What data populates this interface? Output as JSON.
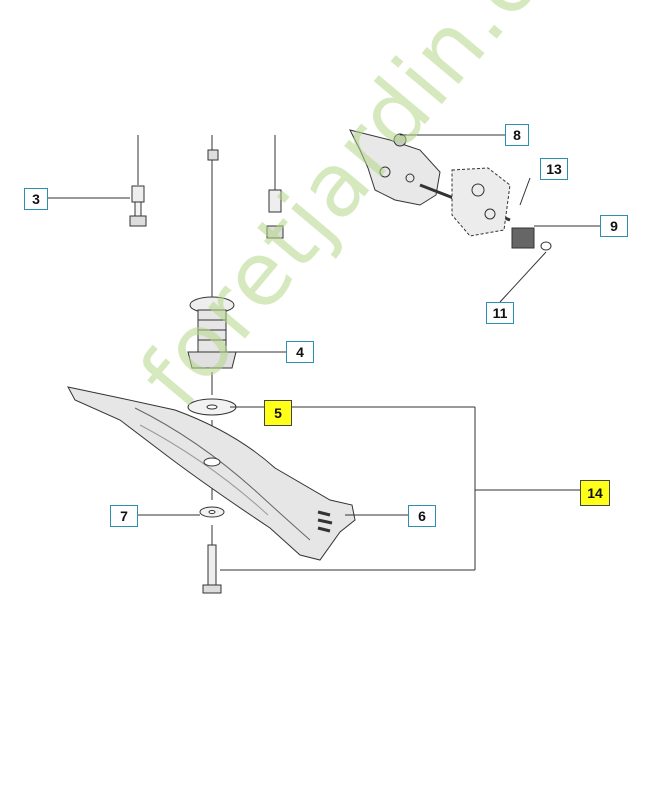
{
  "callouts": {
    "c3": "3",
    "c8": "8",
    "c13": "13",
    "c9": "9",
    "c11": "11",
    "c4": "4",
    "c5": "5",
    "c14": "14",
    "c7": "7",
    "c6": "6"
  },
  "watermark": "foretjardin.com",
  "colors": {
    "callout_border": "#2a8fb0",
    "highlight": "#ffff1a",
    "watermark": "#b5d889",
    "line": "#333333"
  }
}
